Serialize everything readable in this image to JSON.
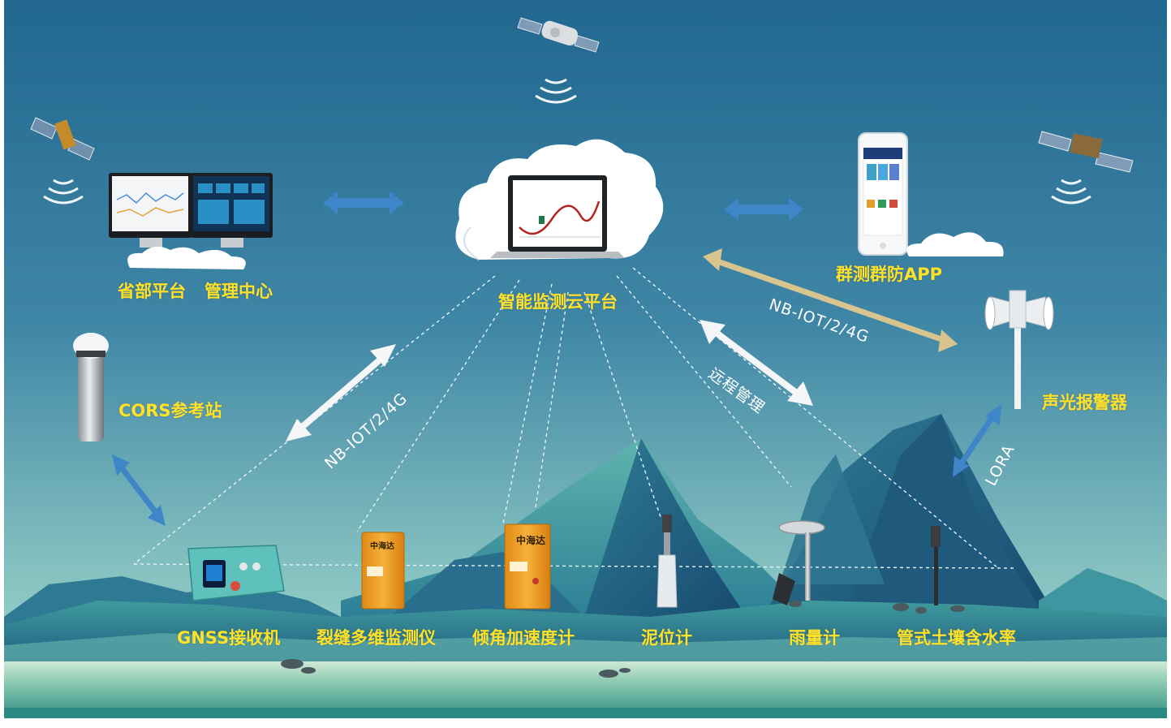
{
  "platform": {
    "label": "智能监测云平台"
  },
  "nodes": {
    "provincial": {
      "label": "省部平台"
    },
    "management": {
      "label": "管理中心"
    },
    "app": {
      "label": "群测群防APP"
    },
    "cors": {
      "label": "CORS参考站"
    },
    "alarm": {
      "label": "声光报警器"
    }
  },
  "sensors": [
    {
      "label": "GNSS接收机"
    },
    {
      "label": "裂缝多维监测仪"
    },
    {
      "label": "倾角加速度计"
    },
    {
      "label": "泥位计"
    },
    {
      "label": "雨量计"
    },
    {
      "label": "管式土壤含水率"
    }
  ],
  "links": {
    "nb_left": "NB-IOT/2/4G",
    "nb_right": "NB-IOT/2/4G",
    "remote": "远程管理",
    "lora": "LORA"
  },
  "device_brand": "中海达",
  "colors": {
    "sky_top": "#21678f",
    "sky_bottom": "#9fd3cb",
    "label_yellow": "#ffe227",
    "arrow_blue": "#3f86c8",
    "arrow_gold": "#d8c48e",
    "device_orange": "#f3a52a"
  }
}
